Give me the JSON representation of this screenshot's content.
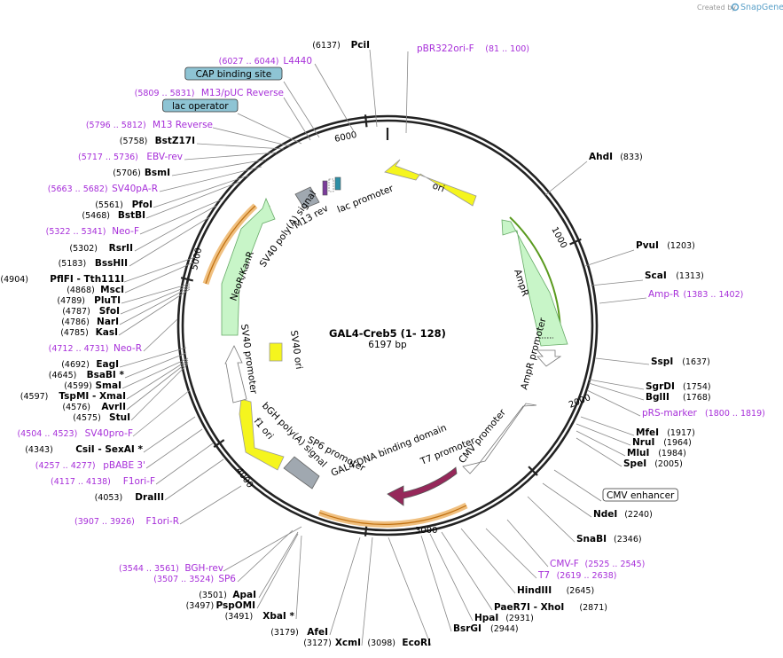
{
  "credit": {
    "prefix": "Created by",
    "brand": "SnapGene"
  },
  "plasmid": {
    "name": "GAL4-Creb5 (1- 128)",
    "size": "6197 bp"
  },
  "ticks": [
    "1000",
    "2000",
    "3000",
    "4000",
    "5000",
    "6000"
  ],
  "left_labels": [
    {
      "pos": "(6137)",
      "name": "PciI",
      "kind": "enzyme"
    },
    {
      "pos": "(6027 .. 6044)",
      "name": "L4440",
      "kind": "primer"
    },
    {
      "pos": "",
      "name": "CAP binding site",
      "kind": "box"
    },
    {
      "pos": "(5809 .. 5831)",
      "name": "M13/pUC Reverse",
      "kind": "primer"
    },
    {
      "pos": "",
      "name": "lac operator",
      "kind": "box"
    },
    {
      "pos": "(5796 .. 5812)",
      "name": "M13 Reverse",
      "kind": "primer"
    },
    {
      "pos": "(5758)",
      "name": "BstZ17I",
      "kind": "enzyme"
    },
    {
      "pos": "(5717 .. 5736)",
      "name": "EBV-rev",
      "kind": "primer"
    },
    {
      "pos": "(5706)",
      "name": "BsmI",
      "kind": "enzyme"
    },
    {
      "pos": "(5663 .. 5682)",
      "name": "SV40pA-R",
      "kind": "primer"
    },
    {
      "pos": "(5561)",
      "name": "PfoI",
      "kind": "enzyme"
    },
    {
      "pos": "(5468)",
      "name": "BstBI",
      "kind": "enzyme"
    },
    {
      "pos": "(5322 .. 5341)",
      "name": "Neo-F",
      "kind": "primer"
    },
    {
      "pos": "(5302)",
      "name": "RsrII",
      "kind": "enzyme"
    },
    {
      "pos": "(5183)",
      "name": "BssHII",
      "kind": "enzyme"
    },
    {
      "pos": "(4904)",
      "name": "PflFI - Tth111I",
      "kind": "enzyme"
    },
    {
      "pos": "(4868)",
      "name": "MscI",
      "kind": "enzyme"
    },
    {
      "pos": "(4789)",
      "name": "PluTI",
      "kind": "enzyme"
    },
    {
      "pos": "(4787)",
      "name": "SfoI",
      "kind": "enzyme"
    },
    {
      "pos": "(4786)",
      "name": "NarI",
      "kind": "enzyme"
    },
    {
      "pos": "(4785)",
      "name": "KasI",
      "kind": "enzyme"
    },
    {
      "pos": "(4712 .. 4731)",
      "name": "Neo-R",
      "kind": "primer"
    },
    {
      "pos": "(4692)",
      "name": "EagI",
      "kind": "enzyme"
    },
    {
      "pos": "(4645)",
      "name": "BsaBI *",
      "kind": "enzyme"
    },
    {
      "pos": "(4599)",
      "name": "SmaI",
      "kind": "enzyme"
    },
    {
      "pos": "(4597)",
      "name": "TspMI - XmaI",
      "kind": "enzyme"
    },
    {
      "pos": "(4576)",
      "name": "AvrII",
      "kind": "enzyme"
    },
    {
      "pos": "(4575)",
      "name": "StuI",
      "kind": "enzyme"
    },
    {
      "pos": "(4504 .. 4523)",
      "name": "SV40pro-F",
      "kind": "primer"
    },
    {
      "pos": "(4343)",
      "name": "CsiI - SexAI *",
      "kind": "enzyme"
    },
    {
      "pos": "(4257 .. 4277)",
      "name": "pBABE 3'",
      "kind": "primer"
    },
    {
      "pos": "(4117 .. 4138)",
      "name": "F1ori-F",
      "kind": "primer"
    },
    {
      "pos": "(4053)",
      "name": "DraIII",
      "kind": "enzyme"
    },
    {
      "pos": "(3907 .. 3926)",
      "name": "F1ori-R",
      "kind": "primer"
    },
    {
      "pos": "(3544 .. 3561)",
      "name": "BGH-rev",
      "kind": "primer"
    },
    {
      "pos": "(3507 .. 3524)",
      "name": "SP6",
      "kind": "primer"
    },
    {
      "pos": "(3501)",
      "name": "ApaI",
      "kind": "enzyme"
    },
    {
      "pos": "(3497)",
      "name": "PspOMI",
      "kind": "enzyme"
    },
    {
      "pos": "(3491)",
      "name": "XbaI *",
      "kind": "enzyme"
    },
    {
      "pos": "(3179)",
      "name": "AfeI",
      "kind": "enzyme"
    },
    {
      "pos": "(3127)",
      "name": "XcmI",
      "kind": "enzyme"
    },
    {
      "pos": "(3098)",
      "name": "EcoRI",
      "kind": "enzyme"
    }
  ],
  "right_labels": [
    {
      "pos": "(81 .. 100)",
      "name": "pBR322ori-F",
      "kind": "primer"
    },
    {
      "pos": "(833)",
      "name": "AhdI",
      "kind": "enzyme"
    },
    {
      "pos": "(1203)",
      "name": "PvuI",
      "kind": "enzyme"
    },
    {
      "pos": "(1313)",
      "name": "ScaI",
      "kind": "enzyme"
    },
    {
      "pos": "(1383 .. 1402)",
      "name": "Amp-R",
      "kind": "primer"
    },
    {
      "pos": "(1637)",
      "name": "SspI",
      "kind": "enzyme"
    },
    {
      "pos": "(1754)",
      "name": "SgrDI",
      "kind": "enzyme"
    },
    {
      "pos": "(1768)",
      "name": "BglII",
      "kind": "enzyme"
    },
    {
      "pos": "(1800 .. 1819)",
      "name": "pRS-marker",
      "kind": "primer"
    },
    {
      "pos": "(1917)",
      "name": "MfeI",
      "kind": "enzyme"
    },
    {
      "pos": "(1964)",
      "name": "NruI",
      "kind": "enzyme"
    },
    {
      "pos": "(1984)",
      "name": "MluI",
      "kind": "enzyme"
    },
    {
      "pos": "(2005)",
      "name": "SpeI",
      "kind": "enzyme"
    },
    {
      "pos": "",
      "name": "CMV enhancer",
      "kind": "box"
    },
    {
      "pos": "(2240)",
      "name": "NdeI",
      "kind": "enzyme"
    },
    {
      "pos": "(2346)",
      "name": "SnaBI",
      "kind": "enzyme"
    },
    {
      "pos": "(2525 .. 2545)",
      "name": "CMV-F",
      "kind": "primer"
    },
    {
      "pos": "(2619 .. 2638)",
      "name": "T7",
      "kind": "primer"
    },
    {
      "pos": "(2645)",
      "name": "HindIII",
      "kind": "enzyme"
    },
    {
      "pos": "(2871)",
      "name": "PaeR7I - XhoI",
      "kind": "enzyme"
    },
    {
      "pos": "(2931)",
      "name": "HpaI",
      "kind": "enzyme"
    },
    {
      "pos": "(2944)",
      "name": "BsrGI",
      "kind": "enzyme"
    }
  ],
  "features": [
    {
      "name": "ori",
      "color": "#f5f51e"
    },
    {
      "name": "AmpR",
      "color": "#c8f5c8"
    },
    {
      "name": "AmpR promoter",
      "color": "#ffffff"
    },
    {
      "name": "CMV promoter",
      "color": "#ffffff"
    },
    {
      "name": "T7 promoter",
      "color": "#ffffff"
    },
    {
      "name": "GAL4 DNA binding domain",
      "color": "#96285a"
    },
    {
      "name": "SP6 promoter",
      "color": "#ffffff"
    },
    {
      "name": "bGH poly(A) signal",
      "color": "#a0a0a0"
    },
    {
      "name": "f1 ori",
      "color": "#f5f51e"
    },
    {
      "name": "SV40 promoter",
      "color": "#ffffff"
    },
    {
      "name": "SV40 ori",
      "color": "#f5f51e"
    },
    {
      "name": "NeoR/KanR",
      "color": "#c8f5c8"
    },
    {
      "name": "SV40 poly(A) signal",
      "color": "#a0a0a0"
    },
    {
      "name": "M13 rev",
      "color": "#ffffff"
    },
    {
      "name": "lac promoter",
      "color": "#ffffff"
    }
  ]
}
